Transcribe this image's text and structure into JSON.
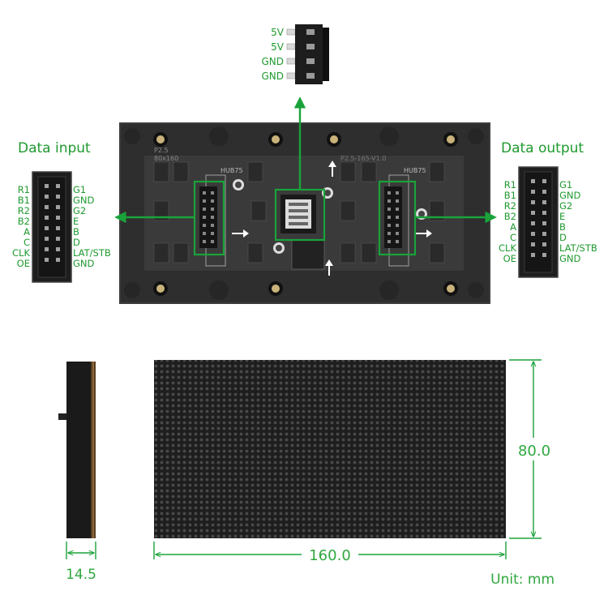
{
  "power_connector": {
    "pins": [
      "5V",
      "5V",
      "GND",
      "GND"
    ]
  },
  "data_input": {
    "title": "Data input",
    "left_pins": [
      "R1",
      "B1",
      "R2",
      "B2",
      "A",
      "C",
      "CLK",
      "OE"
    ],
    "right_pins": [
      "G1",
      "GND",
      "G2",
      "E",
      "B",
      "D",
      "LAT/STB",
      "GND"
    ]
  },
  "data_output": {
    "title": "Data output",
    "left_pins": [
      "R1",
      "B1",
      "R2",
      "B2",
      "A",
      "C",
      "CLK",
      "OE"
    ],
    "right_pins": [
      "G1",
      "GND",
      "G2",
      "E",
      "B",
      "D",
      "LAT/STB",
      "GND"
    ]
  },
  "board": {
    "hub_label_left": "HUB75",
    "hub_label_right": "HUB75",
    "silk_top": "P2.5-165-V1.0",
    "silk_left": "P2.5",
    "silk_left2": "80x160"
  },
  "dimensions": {
    "thickness": "14.5",
    "width": "160.0",
    "height": "80.0",
    "unit": "Unit: mm"
  },
  "colors": {
    "accent_green": "#1aa33a",
    "board_dark": "#2b2b2b",
    "label_green": "#1f9a2f",
    "dim_text": "#2fa83f"
  }
}
